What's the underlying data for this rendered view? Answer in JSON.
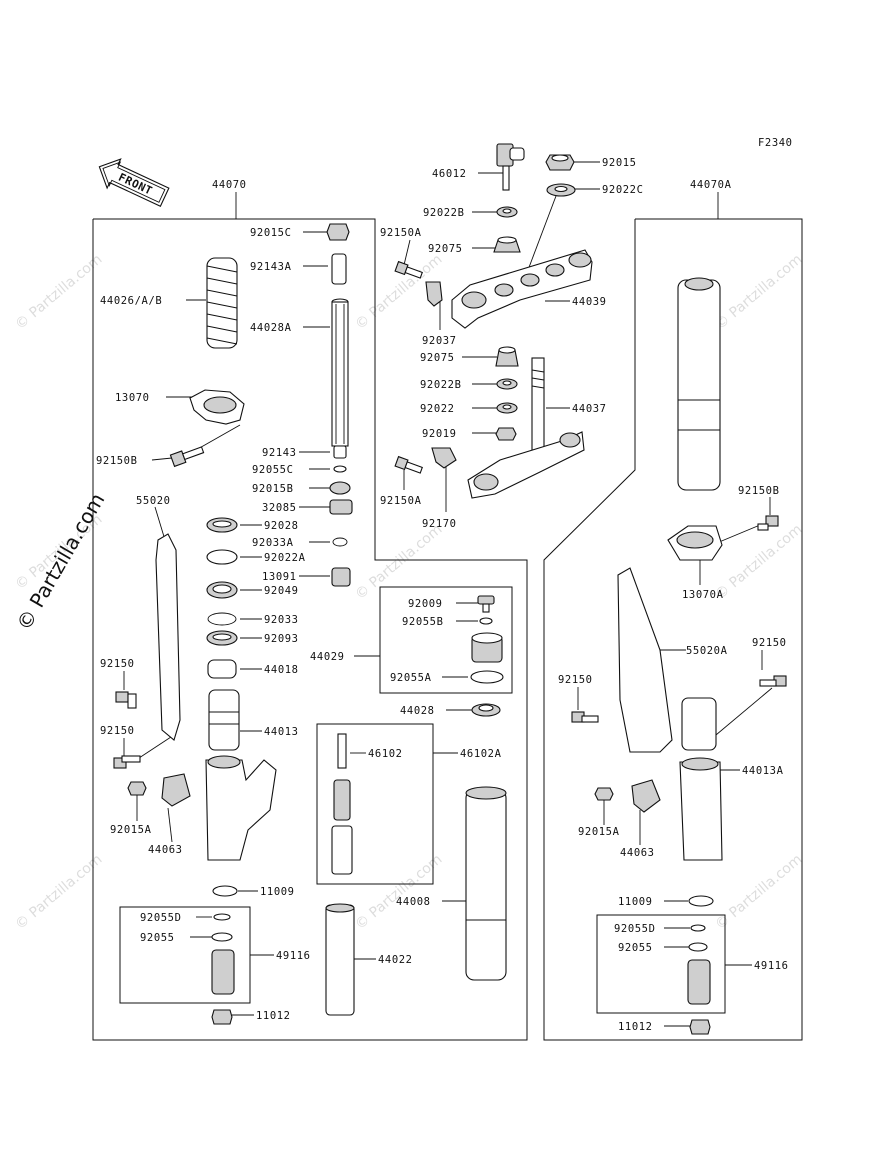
{
  "figure_code": "F2340",
  "front_label": "FRONT",
  "credit": "© Partzilla.com",
  "watermark": "© Partzilla.com",
  "part_labels": [
    {
      "id": "44070",
      "text": "44070"
    },
    {
      "id": "44070A",
      "text": "44070A"
    },
    {
      "id": "46012",
      "text": "46012"
    },
    {
      "id": "92015",
      "text": "92015"
    },
    {
      "id": "92022C",
      "text": "92022C"
    },
    {
      "id": "92022B_top",
      "text": "92022B"
    },
    {
      "id": "92150A_top",
      "text": "92150A"
    },
    {
      "id": "92075_top",
      "text": "92075"
    },
    {
      "id": "44039",
      "text": "44039"
    },
    {
      "id": "92037",
      "text": "92037"
    },
    {
      "id": "92075_mid",
      "text": "92075"
    },
    {
      "id": "92022B_mid",
      "text": "92022B"
    },
    {
      "id": "92022",
      "text": "92022"
    },
    {
      "id": "44037",
      "text": "44037"
    },
    {
      "id": "92019",
      "text": "92019"
    },
    {
      "id": "92150A_bot",
      "text": "92150A"
    },
    {
      "id": "92170",
      "text": "92170"
    },
    {
      "id": "92015C",
      "text": "92015C"
    },
    {
      "id": "92143A",
      "text": "92143A"
    },
    {
      "id": "44026",
      "text": "44026/A/B"
    },
    {
      "id": "44028A",
      "text": "44028A"
    },
    {
      "id": "13070",
      "text": "13070"
    },
    {
      "id": "92150B_left",
      "text": "92150B"
    },
    {
      "id": "92143",
      "text": "92143"
    },
    {
      "id": "92055C",
      "text": "92055C"
    },
    {
      "id": "92015B",
      "text": "92015B"
    },
    {
      "id": "32085",
      "text": "32085"
    },
    {
      "id": "92028",
      "text": "92028"
    },
    {
      "id": "92033A",
      "text": "92033A"
    },
    {
      "id": "92022A",
      "text": "92022A"
    },
    {
      "id": "13091",
      "text": "13091"
    },
    {
      "id": "92049",
      "text": "92049"
    },
    {
      "id": "92033",
      "text": "92033"
    },
    {
      "id": "92093",
      "text": "92093"
    },
    {
      "id": "44018",
      "text": "44018"
    },
    {
      "id": "55020",
      "text": "55020"
    },
    {
      "id": "92150_l1",
      "text": "92150"
    },
    {
      "id": "92150_l2",
      "text": "92150"
    },
    {
      "id": "44013",
      "text": "44013"
    },
    {
      "id": "92015A_left",
      "text": "92015A"
    },
    {
      "id": "44063_left",
      "text": "44063"
    },
    {
      "id": "11009_left",
      "text": "11009"
    },
    {
      "id": "92055D_left",
      "text": "92055D"
    },
    {
      "id": "92055_left",
      "text": "92055"
    },
    {
      "id": "49116_left",
      "text": "49116"
    },
    {
      "id": "11012_left",
      "text": "11012"
    },
    {
      "id": "92009",
      "text": "92009"
    },
    {
      "id": "92055B",
      "text": "92055B"
    },
    {
      "id": "44029",
      "text": "44029"
    },
    {
      "id": "92055A",
      "text": "92055A"
    },
    {
      "id": "44028",
      "text": "44028"
    },
    {
      "id": "46102",
      "text": "46102"
    },
    {
      "id": "46102A",
      "text": "46102A"
    },
    {
      "id": "44008",
      "text": "44008"
    },
    {
      "id": "44022",
      "text": "44022"
    },
    {
      "id": "92150B_right",
      "text": "92150B"
    },
    {
      "id": "13070A",
      "text": "13070A"
    },
    {
      "id": "55020A",
      "text": "55020A"
    },
    {
      "id": "92150_r1",
      "text": "92150"
    },
    {
      "id": "92150_r2",
      "text": "92150"
    },
    {
      "id": "44013A",
      "text": "44013A"
    },
    {
      "id": "92015A_right",
      "text": "92015A"
    },
    {
      "id": "44063_right",
      "text": "44063"
    },
    {
      "id": "11009_right",
      "text": "11009"
    },
    {
      "id": "92055D_right",
      "text": "92055D"
    },
    {
      "id": "92055_right",
      "text": "92055"
    },
    {
      "id": "49116_right",
      "text": "49116"
    },
    {
      "id": "11012_right",
      "text": "11012"
    }
  ]
}
